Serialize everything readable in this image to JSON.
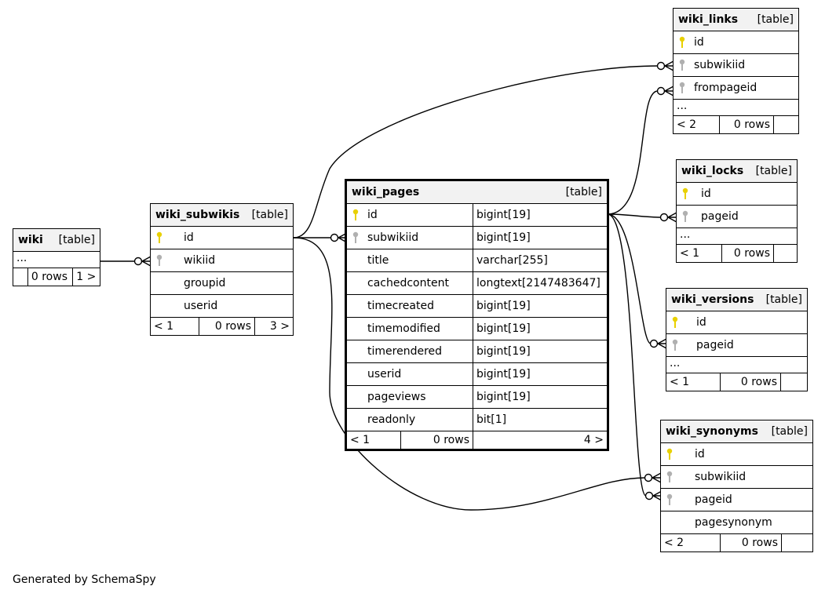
{
  "tag": "[table]",
  "tables": {
    "wiki": {
      "name": "wiki",
      "dots": "...",
      "foot": [
        "",
        "0 rows",
        "1 >"
      ]
    },
    "wiki_subwikis": {
      "name": "wiki_subwikis",
      "cols": [
        "id",
        "wikiid",
        "groupid",
        "userid"
      ],
      "foot": [
        "< 1",
        "0 rows",
        "3 >"
      ]
    },
    "wiki_pages": {
      "name": "wiki_pages",
      "cols": [
        [
          "id",
          "bigint[19]"
        ],
        [
          "subwikiid",
          "bigint[19]"
        ],
        [
          "title",
          "varchar[255]"
        ],
        [
          "cachedcontent",
          "longtext[2147483647]"
        ],
        [
          "timecreated",
          "bigint[19]"
        ],
        [
          "timemodified",
          "bigint[19]"
        ],
        [
          "timerendered",
          "bigint[19]"
        ],
        [
          "userid",
          "bigint[19]"
        ],
        [
          "pageviews",
          "bigint[19]"
        ],
        [
          "readonly",
          "bit[1]"
        ]
      ],
      "foot": [
        "< 1",
        "0 rows",
        "4 >"
      ]
    },
    "wiki_links": {
      "name": "wiki_links",
      "cols": [
        "id",
        "subwikiid",
        "frompageid"
      ],
      "dots": "...",
      "foot": [
        "< 2",
        "0 rows",
        ""
      ]
    },
    "wiki_locks": {
      "name": "wiki_locks",
      "cols": [
        "id",
        "pageid"
      ],
      "dots": "...",
      "foot": [
        "< 1",
        "0 rows",
        ""
      ]
    },
    "wiki_versions": {
      "name": "wiki_versions",
      "cols": [
        "id",
        "pageid"
      ],
      "dots": "...",
      "foot": [
        "< 1",
        "0 rows",
        ""
      ]
    },
    "wiki_synonyms": {
      "name": "wiki_synonyms",
      "cols": [
        "id",
        "subwikiid",
        "pageid",
        "pagesynonym"
      ],
      "foot": [
        "< 2",
        "0 rows",
        ""
      ]
    }
  },
  "colors": {
    "primary_key": "#e8d000",
    "foreign_key": "#b0b0b0"
  },
  "footer": "Generated by SchemaSpy"
}
